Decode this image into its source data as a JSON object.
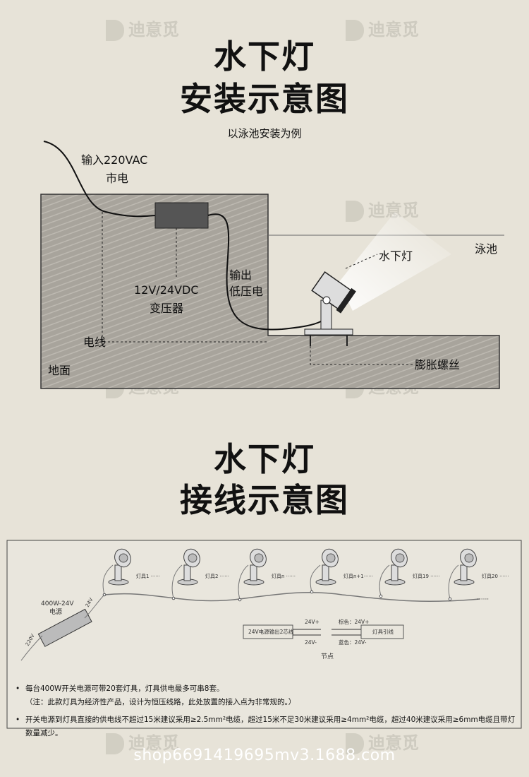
{
  "watermark": "迪意觅",
  "section1": {
    "title_line1": "水下灯",
    "title_line2": "安装示意图",
    "subtitle": "以泳池安装为例",
    "labels": {
      "input_line1": "输入220VAC",
      "input_line2": "市电",
      "transformer_line1": "12V/24VDC",
      "transformer_line2": "变压器",
      "output_line1": "输出",
      "output_line2": "低压电",
      "wire": "电线",
      "ground": "地面",
      "pool": "泳池",
      "light": "水下灯",
      "bolt": "膨胀螺丝"
    }
  },
  "section2": {
    "title_line1": "水下灯",
    "title_line2": "接线示意图",
    "power_line1": "400W-24V",
    "power_line2": "电源",
    "v24": "24V",
    "v220": "220V",
    "fixtures": [
      "灯具1 ······",
      "灯具2 ······",
      "灯具n ······",
      "灯具n+1······",
      "灯具19 ······",
      "灯具20 ······"
    ],
    "ellipsis": "······",
    "node": {
      "left_box": "24V电源输出2芯线",
      "right_box": "灯具引线",
      "plus": "24V+",
      "minus": "24V-",
      "brown": "棕色：24V+",
      "blue": "蓝色：24V-",
      "caption": "节点"
    },
    "notes": [
      "每台400W开关电源可带20套灯具，灯具供电最多可串8套。",
      "（注：此款灯具为经济性产品，设计为恒压线路，此处放置的接入点为非常规的。）",
      "开关电源到灯具直接的供电线不超过15米建议采用≥2.5mm²电缆，超过15米不足30米建议采用≥4mm²电缆，超过40米建议采用≥6mm电缆且带灯数量减少。"
    ]
  },
  "footer": "shop6691419695mv3.1688.com"
}
